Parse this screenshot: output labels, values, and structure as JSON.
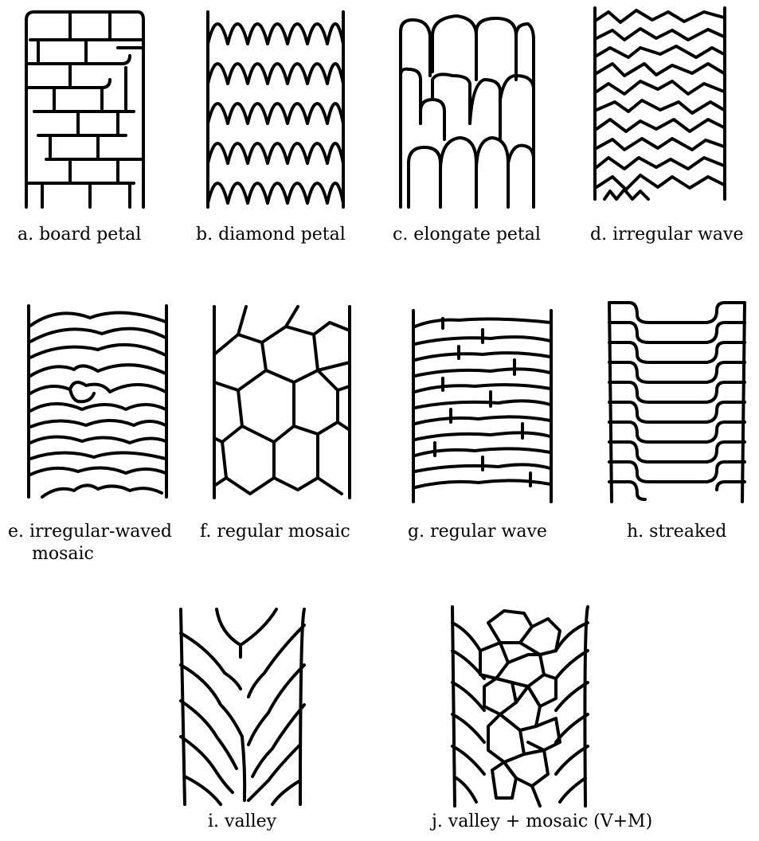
{
  "patterns": [
    {
      "caption": "a. board petal"
    },
    {
      "caption": "b. diamond petal"
    },
    {
      "caption": "c. elongate petal"
    },
    {
      "caption": "d. irregular wave"
    },
    {
      "caption": "e. irregular-waved",
      "caption_line2": "mosaic"
    },
    {
      "caption": "f. regular mosaic"
    },
    {
      "caption": "g. regular wave"
    },
    {
      "caption": "h. streaked"
    },
    {
      "caption": "i. valley"
    },
    {
      "caption": "j. valley + mosaic (V+M)"
    }
  ]
}
